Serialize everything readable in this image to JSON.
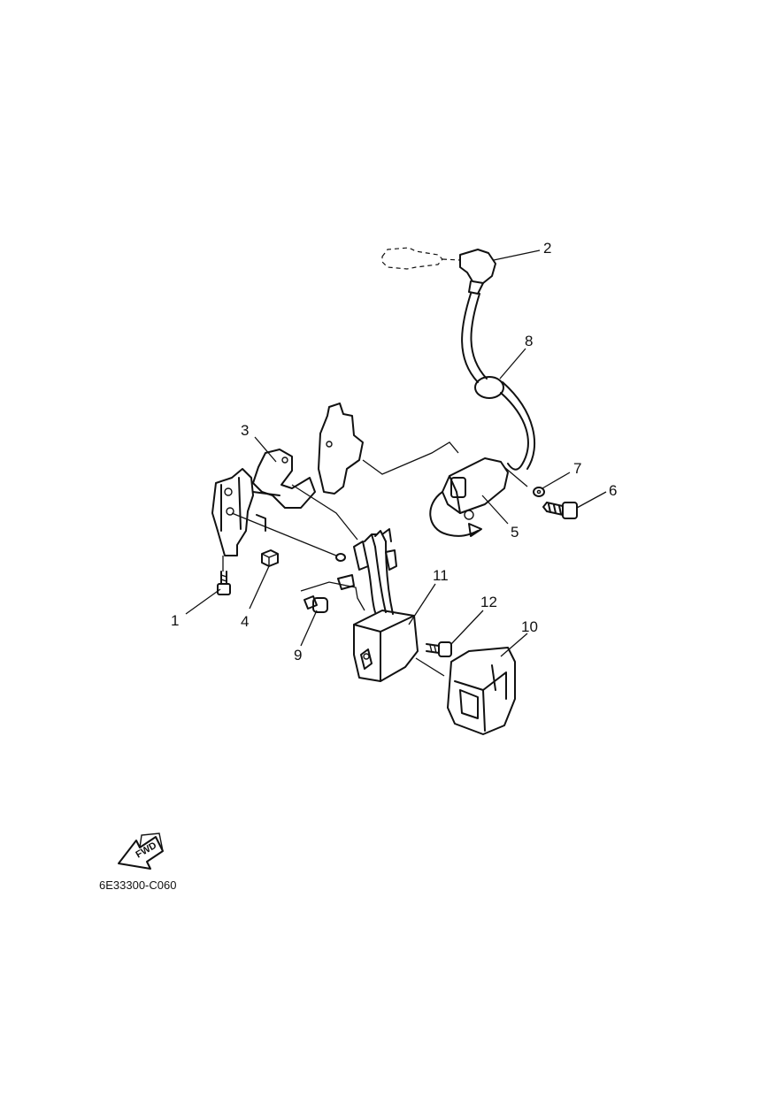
{
  "callouts": [
    {
      "id": "1",
      "label": "1"
    },
    {
      "id": "2",
      "label": "2"
    },
    {
      "id": "3",
      "label": "3"
    },
    {
      "id": "4",
      "label": "4"
    },
    {
      "id": "5",
      "label": "5"
    },
    {
      "id": "6",
      "label": "6"
    },
    {
      "id": "7",
      "label": "7"
    },
    {
      "id": "8",
      "label": "8"
    },
    {
      "id": "9",
      "label": "9"
    },
    {
      "id": "10",
      "label": "10"
    },
    {
      "id": "11",
      "label": "11"
    },
    {
      "id": "12",
      "label": "12"
    }
  ],
  "fwd_label": "FWD",
  "drawing_code": "6E33300-C060"
}
